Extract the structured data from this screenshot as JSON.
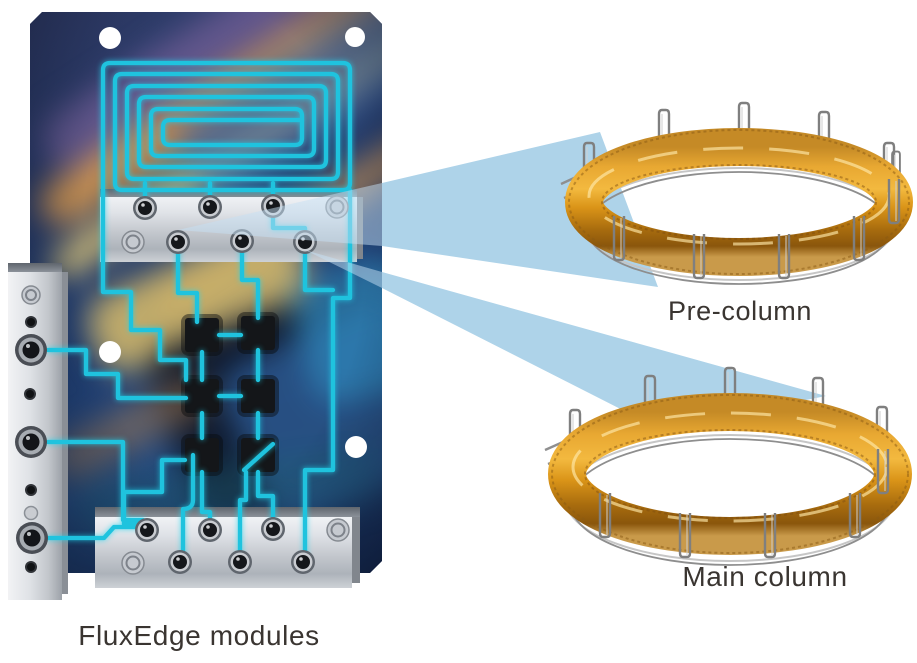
{
  "illustration": {
    "board_caption": "FluxEdge modules",
    "pre_column_label": "Pre-column",
    "main_column_label": "Main column"
  },
  "icons": {
    "callout_beam": "magnify-callout-beam",
    "coil": "capillary-column-coil"
  },
  "colors": {
    "trace_cyan": "#1fc3de",
    "beam_blue": "#aed3e9",
    "coil_amber": "#e09a28",
    "board_blue": "#27477a",
    "weldment_silver": "#d6d9de",
    "label_text": "#3a3531"
  }
}
